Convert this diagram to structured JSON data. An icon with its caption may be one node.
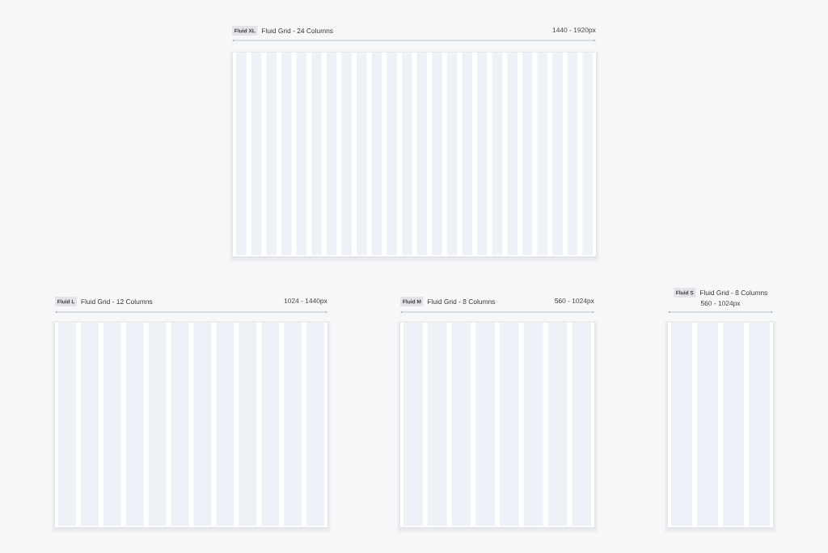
{
  "diagram": {
    "nodes": [
      {
        "text": [
          "Fluid XL"
        ],
        "beside": [
          "Fluid Grid - 24 Columns"
        ]
      },
      {
        "text": [
          "Fluid L"
        ],
        "beside": [
          "Fluid Grid - 12 Columns"
        ]
      },
      {
        "text": [
          "Fluid M"
        ],
        "beside": [
          "Fluid Grid - 8 Columns"
        ]
      },
      {
        "text": [
          "Fluid S"
        ],
        "beside": [
          "Fluid Grid - 8 Columns"
        ]
      }
    ],
    "labels": [
      "1440 - 1920px",
      "1024 - 1440px",
      "560 - 1024px",
      "560 - 1024px"
    ]
  }
}
